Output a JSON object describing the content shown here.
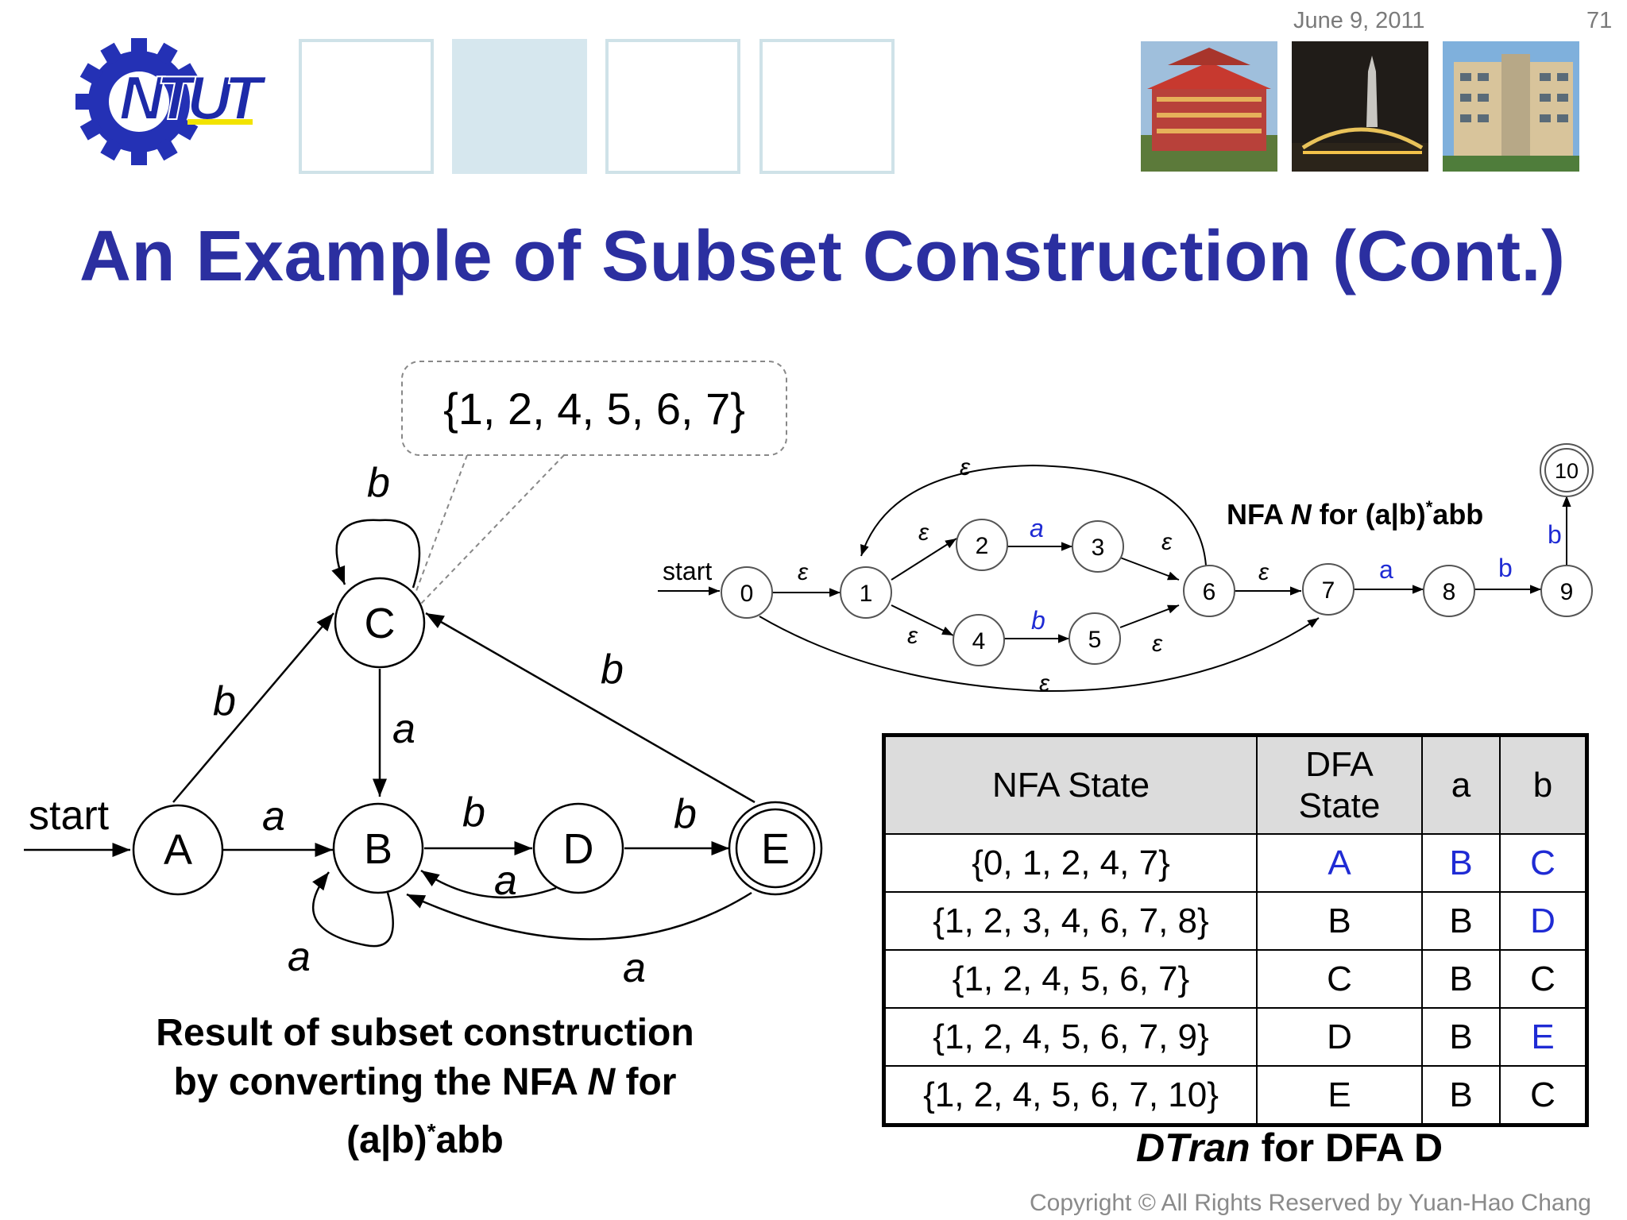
{
  "header": {
    "date": "June 9, 2011",
    "page_number": "71",
    "logo_text": "NTUT"
  },
  "slide": {
    "title": "An Example of Subset Construction (Cont.)",
    "caption_line1": "Result of subset construction",
    "caption_line2_prefix": "by converting the NFA ",
    "caption_line2_italic": "N",
    "caption_line2_suffix": " for",
    "caption_line3": "(a|b)",
    "caption_line3_sup": "*",
    "caption_line3_suffix": "abb",
    "copyright": "Copyright © All Rights Reserved by Yuan-Hao Chang"
  },
  "dfa": {
    "start_label": "start",
    "states": [
      "A",
      "B",
      "C",
      "D",
      "E"
    ],
    "accepting": [
      "E"
    ],
    "callout": "{1, 2, 4, 5, 6, 7}",
    "edge_labels": {
      "A_B": "a",
      "A_C": "b",
      "C_C": "b",
      "C_B": "a",
      "B_D": "b",
      "D_B": "a",
      "B_B": "a",
      "D_E": "b",
      "E_C": "b",
      "E_B": "a"
    }
  },
  "nfa": {
    "caption_prefix": "NFA ",
    "caption_italic": "N",
    "caption_middle": " for (a|b)",
    "caption_sup": "*",
    "caption_suffix": "abb",
    "start_label": "start",
    "states": [
      "0",
      "1",
      "2",
      "3",
      "4",
      "5",
      "6",
      "7",
      "8",
      "9",
      "10"
    ],
    "accepting": [
      "10"
    ],
    "epsilon": "ε",
    "edge_labels": {
      "2_3": "a",
      "4_5": "b",
      "7_8": "a",
      "8_9": "b",
      "9_10": "b"
    }
  },
  "table": {
    "caption_italic": "DTran",
    "caption_rest": " for DFA D",
    "headers": {
      "nfa_state": "NFA State",
      "dfa_state_1": "DFA",
      "dfa_state_2": "State",
      "a": "a",
      "b": "b"
    },
    "rows": [
      {
        "nfa": "{0, 1, 2, 4, 7}",
        "dfa": "A",
        "a": "B",
        "b": "C"
      },
      {
        "nfa": "{1, 2, 3, 4, 6, 7, 8}",
        "dfa": "B",
        "a": "B",
        "b": "D"
      },
      {
        "nfa": "{1, 2, 4, 5, 6, 7}",
        "dfa": "C",
        "a": "B",
        "b": "C"
      },
      {
        "nfa": "{1, 2, 4, 5, 6, 7, 9}",
        "dfa": "D",
        "a": "B",
        "b": "E"
      },
      {
        "nfa": "{1, 2, 4, 5, 6, 7, 10}",
        "dfa": "E",
        "a": "B",
        "b": "C"
      }
    ]
  },
  "colors": {
    "title": "#2b2fa0",
    "highlight": "#1f2bd4",
    "header_box_fill": "#d6e7ee",
    "header_box_border": "#cfe2e8"
  }
}
